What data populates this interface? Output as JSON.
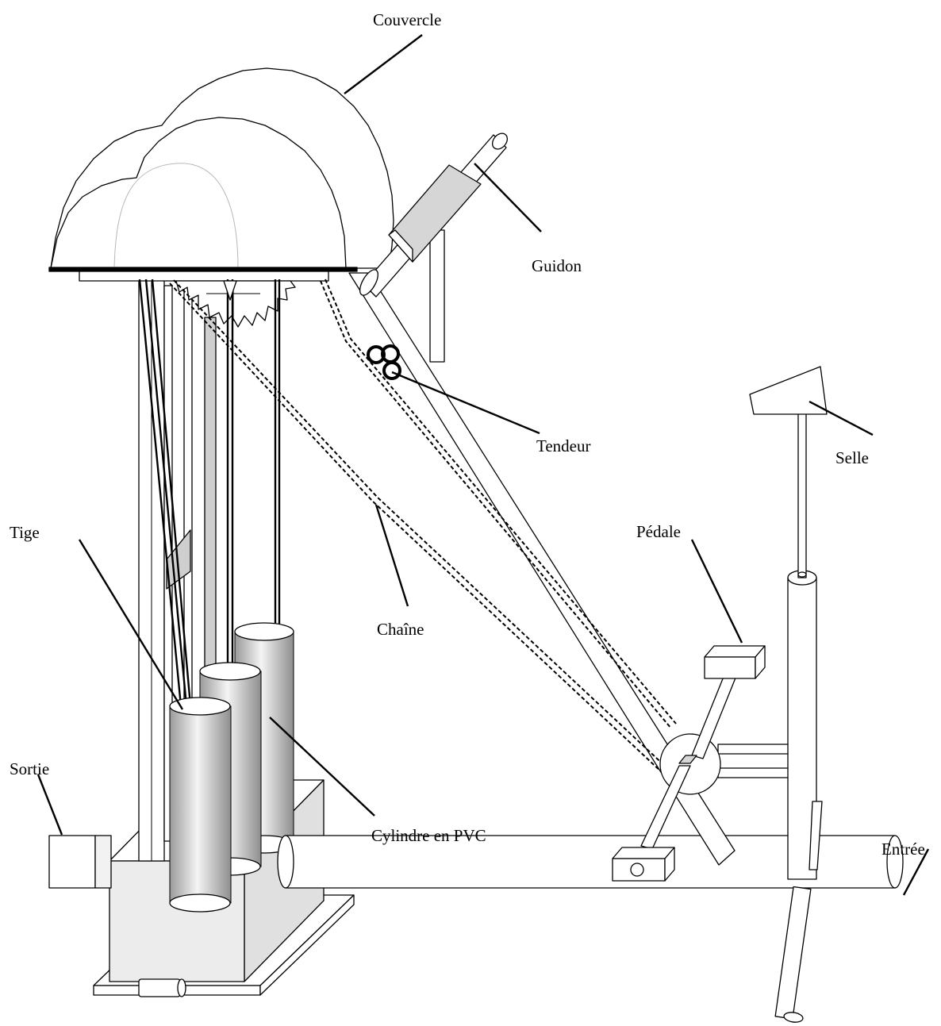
{
  "labels": {
    "couvercle": "Couvercle",
    "guidon": "Guidon",
    "tendeur": "Tendeur",
    "selle": "Selle",
    "tige": "Tige",
    "pedale": "Pédale",
    "chaine": "Chaîne",
    "sortie": "Sortie",
    "cylindre": "Cylindre en PVC",
    "entree": "Entrée"
  },
  "colors": {
    "line": "#000000",
    "fill": "#ffffff",
    "grey_light": "#e2e2e2",
    "grey_mid": "#c8c8c8",
    "grey_dark": "#8a8a8a"
  }
}
